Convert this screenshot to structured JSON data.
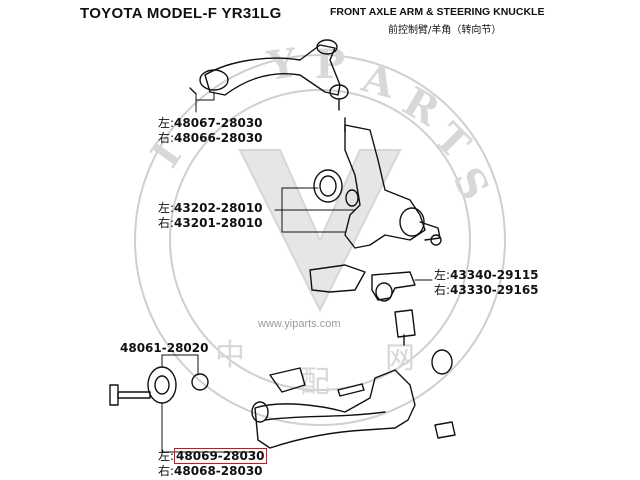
{
  "header": {
    "model": "TOYOTA MODEL-F YR31LG",
    "part_title_en": "FRONT AXLE ARM & STEERING KNUCKLE",
    "part_title_cn": "前控制臂/羊角（转向节）"
  },
  "watermark": {
    "url": "www.yiparts.com",
    "brand": "YIPARTS",
    "color": "#bdbdbd"
  },
  "callouts": {
    "upper_arm": {
      "left_label": "左:",
      "left_pn": "48067-28030",
      "right_label": "右:",
      "right_pn": "48066-28030"
    },
    "knuckle": {
      "left_label": "左:",
      "left_pn": "43202-28010",
      "right_label": "右:",
      "right_pn": "43201-28010"
    },
    "ball_joint": {
      "left_label": "左:",
      "left_pn": "43340-29115",
      "right_label": "右:",
      "right_pn": "43330-29165"
    },
    "bushing": {
      "pn": "48061-28020"
    },
    "lower_arm": {
      "left_label": "左:",
      "left_pn": "48069-28030",
      "right_label": "右:",
      "right_pn": "48068-28030"
    }
  },
  "colors": {
    "line": "#111111",
    "highlight_box": "#dd1111"
  }
}
